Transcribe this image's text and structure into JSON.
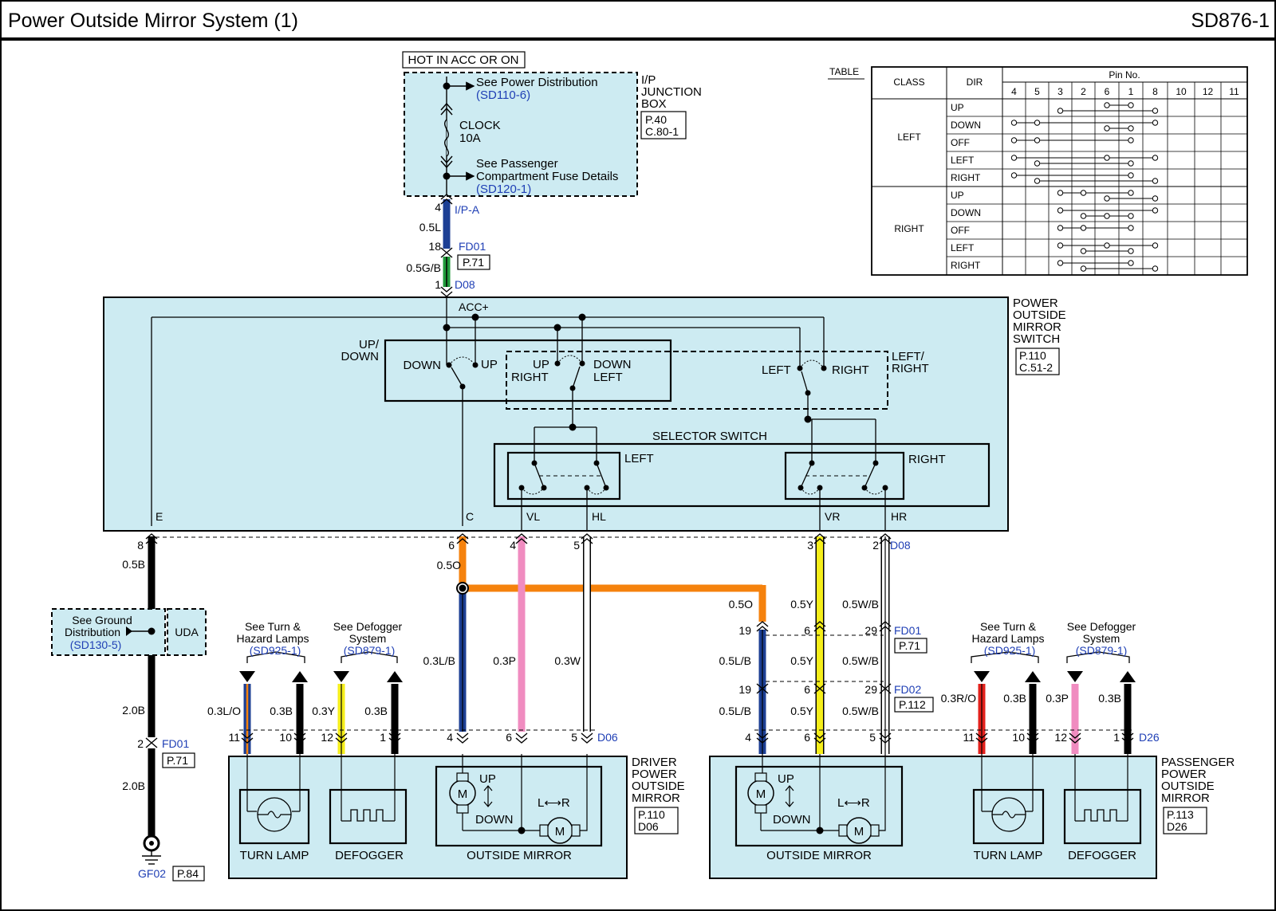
{
  "header": {
    "title": "Power Outside Mirror System (1)",
    "code": "SD876-1"
  },
  "fuse_box": {
    "hot": "HOT IN ACC OR ON",
    "name": [
      "I/P",
      "JUNCTION",
      "BOX"
    ],
    "page": "P.40",
    "conn": "C.80-1",
    "power_text": "See Power Distribution",
    "power_ref": "(SD110-6)",
    "fuse": [
      "CLOCK",
      "10A"
    ],
    "pass_text": [
      "See Passenger",
      "Compartment Fuse Details"
    ],
    "pass_ref": "(SD120-1)"
  },
  "upper_wires": {
    "pin_ipa": "4",
    "conn_ipa": "I/P-A",
    "wire1": "0.5L",
    "pin_fd01": "18",
    "conn_fd01": "FD01",
    "page_fd01": "P.71",
    "wire2": "0.5G/B",
    "pin_d08": "1",
    "conn_d08": "D08"
  },
  "switch": {
    "name": [
      "POWER",
      "OUTSIDE",
      "MIRROR",
      "SWITCH"
    ],
    "page": "P.110",
    "conn": "C.51-2",
    "acc": "ACC+",
    "updown": [
      "UP/",
      "DOWN"
    ],
    "leftright": [
      "LEFT/",
      "RIGHT"
    ],
    "down": "DOWN",
    "up": "UP",
    "up2": "UP",
    "right2": "RIGHT",
    "down2": "DOWN",
    "left2": "LEFT",
    "left3": "LEFT",
    "right3": "RIGHT",
    "selector": "SELECTOR SWITCH",
    "sel_left": "LEFT",
    "sel_right": "RIGHT",
    "terms": [
      "E",
      "C",
      "VL",
      "HL",
      "VR",
      "HR"
    ]
  },
  "switch_pins": {
    "e": "8",
    "c": "6",
    "vl": "4",
    "hl": "5",
    "vr": "3",
    "hr": "2",
    "conn": "D08"
  },
  "ground": {
    "wire1": "0.5B",
    "see": [
      "See Ground",
      "Distribution"
    ],
    "ref": "(SD130-5)",
    "uda": "UDA",
    "wire2": "2.0B",
    "pin": "2",
    "conn": "FD01",
    "page": "P.71",
    "wire3": "2.0B",
    "gnd": "GF02",
    "gnd_page": "P.84"
  },
  "middle": {
    "orange1": "0.5O",
    "orange2": "0.5O",
    "c_wire": "0.3L/B",
    "vl_wire": "0.3P",
    "hl_wire": "0.3W",
    "r_wire_y": "0.5Y",
    "r_wire_wb": "0.5W/B",
    "pin_19a": "19",
    "pin_6a": "6",
    "pin_29a": "29",
    "conn_fd01": "FD01",
    "page_fd01": "P.71",
    "r2_lb": "0.5L/B",
    "r2_y": "0.5Y",
    "r2_wb": "0.5W/B",
    "pin_19b": "19",
    "pin_6b": "6",
    "pin_29b": "29",
    "conn_fd02": "FD02",
    "page_fd02": "P.112",
    "r3_lb": "0.5L/B",
    "r3_y": "0.5Y",
    "r3_wb": "0.5W/B"
  },
  "driver": {
    "name": [
      "DRIVER",
      "POWER",
      "OUTSIDE",
      "MIRROR"
    ],
    "page": "P.110",
    "conn": "D06",
    "turn_see": [
      "See Turn &",
      "Hazard Lamps"
    ],
    "turn_ref": "(SD925-1)",
    "def_see": [
      "See Defogger",
      "System"
    ],
    "def_ref": "(SD879-1)",
    "wires": [
      "0.3L/O",
      "0.3B",
      "0.3Y",
      "0.3B"
    ],
    "pins": [
      "11",
      "10",
      "12",
      "1",
      "4",
      "6",
      "5"
    ],
    "turn_lamp": "TURN LAMP",
    "defogger": "DEFOGGER",
    "mirror": "OUTSIDE MIRROR",
    "m": "M",
    "up": "UP",
    "down": "DOWN",
    "lr": "L⟷R"
  },
  "passenger": {
    "name": [
      "PASSENGER",
      "POWER",
      "OUTSIDE",
      "MIRROR"
    ],
    "page": "P.113",
    "conn": "D26",
    "turn_see": [
      "See Turn &",
      "Hazard Lamps"
    ],
    "turn_ref": "(SD925-1)",
    "def_see": [
      "See Defogger",
      "System"
    ],
    "def_ref": "(SD879-1)",
    "wires": [
      "0.3R/O",
      "0.3B",
      "0.3P",
      "0.3B"
    ],
    "pins": [
      "4",
      "6",
      "5",
      "11",
      "10",
      "12",
      "1"
    ],
    "turn_lamp": "TURN LAMP",
    "defogger": "DEFOGGER",
    "mirror": "OUTSIDE MIRROR",
    "m": "M",
    "up": "UP",
    "down": "DOWN",
    "lr": "L⟷R"
  },
  "table": {
    "label": "TABLE",
    "h_class": "CLASS",
    "h_dir": "DIR",
    "h_pin": "Pin No.",
    "pins": [
      "4",
      "5",
      "3",
      "2",
      "6",
      "1",
      "8",
      "10",
      "12",
      "11"
    ],
    "classes": [
      "LEFT",
      "RIGHT"
    ],
    "dirs": [
      "UP",
      "DOWN",
      "OFF",
      "LEFT",
      "RIGHT",
      "UP",
      "DOWN",
      "OFF",
      "LEFT",
      "RIGHT"
    ]
  },
  "colors": {
    "bg": "#cdebf2",
    "blue": "#1c3f94",
    "green": "#1f9a3a",
    "orange": "#f5820d",
    "pink": "#f08cc0",
    "yellow": "#f5ee1a",
    "red": "#e3211c",
    "ref": "#1f3fb5"
  }
}
